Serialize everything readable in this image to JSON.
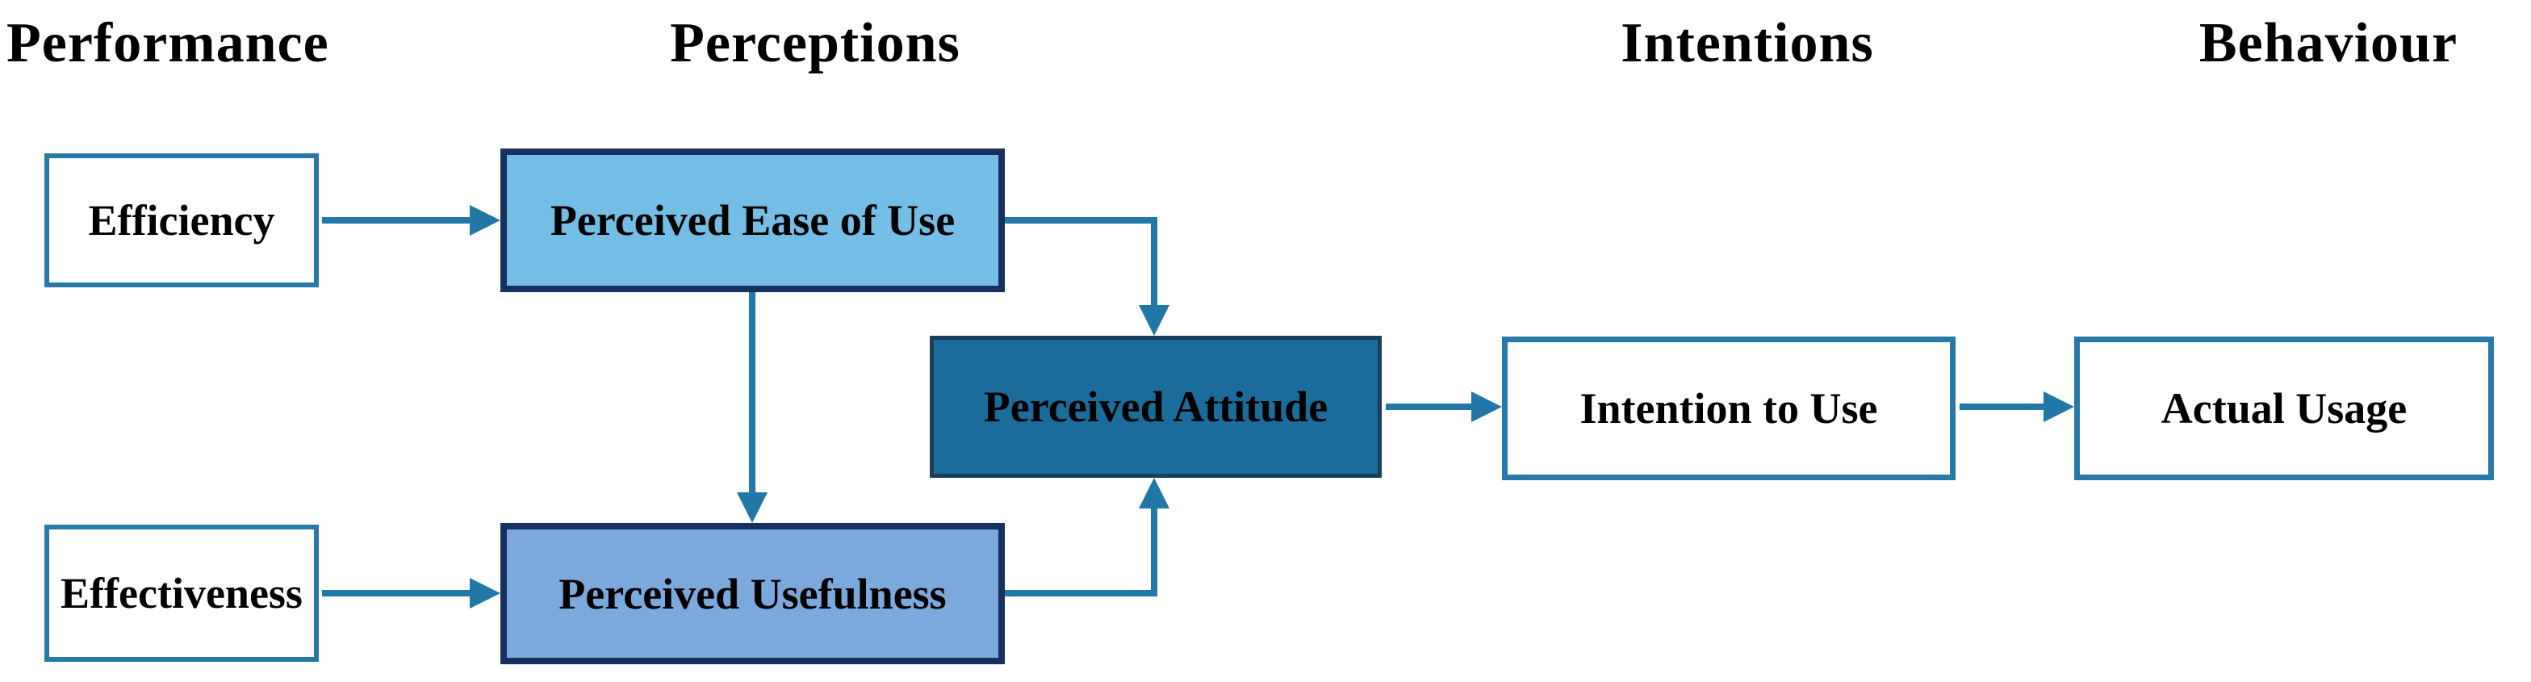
{
  "title": "Technology Acceptance Model flow diagram",
  "colors": {
    "background": "#FFFFFF",
    "text": "#000000",
    "arrow": "#2177A6",
    "steel-border": "#2878A8",
    "navy-border": "#16305F",
    "peou-fill": "#74BEE6",
    "pu-fill": "#7CA9DC",
    "attitude-fill": "#1B6B9B",
    "attitude-border": "#1C3E5E"
  },
  "headers": {
    "performance": {
      "label": "Performance"
    },
    "perceptions": {
      "label": "Perceptions"
    },
    "intentions": {
      "label": "Intentions"
    },
    "behaviour": {
      "label": "Behaviour"
    }
  },
  "nodes": {
    "efficiency": {
      "label": "Efficiency",
      "column": "Performance",
      "fill": "white"
    },
    "effectiveness": {
      "label": "Effectiveness",
      "column": "Performance",
      "fill": "white"
    },
    "perceived_ease_of_use": {
      "label": "Perceived Ease of Use",
      "column": "Perceptions",
      "fill": "#74BEE6"
    },
    "perceived_usefulness": {
      "label": "Perceived Usefulness",
      "column": "Perceptions",
      "fill": "#7CA9DC"
    },
    "perceived_attitude": {
      "label": "Perceived Attitude",
      "column": "Perceptions",
      "fill": "#1B6B9B"
    },
    "intention_to_use": {
      "label": "Intention to Use",
      "column": "Intentions",
      "fill": "white"
    },
    "actual_usage": {
      "label": "Actual Usage",
      "column": "Behaviour",
      "fill": "white"
    }
  },
  "edges": [
    {
      "from": "Efficiency",
      "to": "Perceived Ease of Use",
      "shape": "straight-right"
    },
    {
      "from": "Effectiveness",
      "to": "Perceived Usefulness",
      "shape": "straight-right"
    },
    {
      "from": "Perceived Ease of Use",
      "to": "Perceived Usefulness",
      "shape": "straight-down"
    },
    {
      "from": "Perceived Ease of Use",
      "to": "Perceived Attitude",
      "shape": "elbow-right-down"
    },
    {
      "from": "Perceived Usefulness",
      "to": "Perceived Attitude",
      "shape": "elbow-right-up"
    },
    {
      "from": "Perceived Attitude",
      "to": "Intention to Use",
      "shape": "straight-right"
    },
    {
      "from": "Intention to Use",
      "to": "Actual Usage",
      "shape": "straight-right"
    }
  ]
}
